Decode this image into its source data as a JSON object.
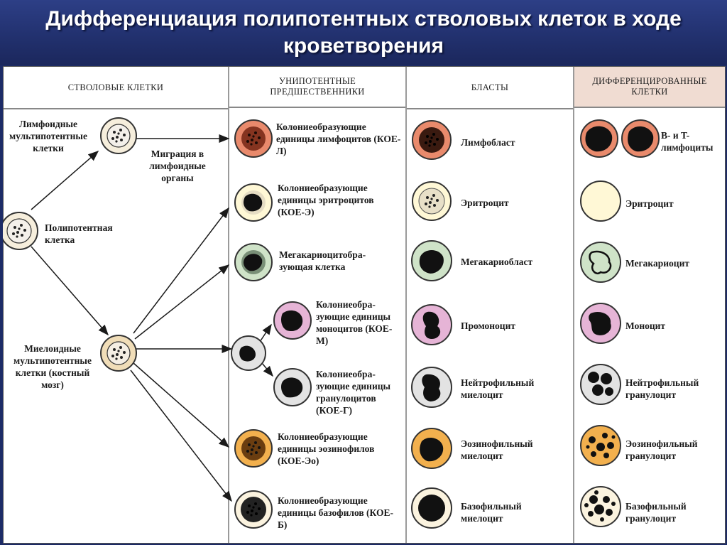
{
  "title": "Дифференциация полипотентных стволовых клеток в ходе кроветворения",
  "headers": {
    "stem": "СТВОЛОВЫЕ КЛЕТКИ",
    "unipotent": "УНИПОТЕНТНЫЕ ПРЕДШЕСТВЕННИКИ",
    "blasts": "БЛАСТЫ",
    "differentiated": "ДИФФЕРЕНЦИРОВАННЫЕ КЛЕТКИ"
  },
  "stem": {
    "lymphoid": "Лимфоидные мультипотентные клетки",
    "polypotent": "Полипотентная клетка",
    "myeloid": "Миелоидные мультипотентные клетки (костный мозг)",
    "migration": "Миграция в лимфоидные органы"
  },
  "unipotent": {
    "koe_l": "Колониеобразующие единицы лимфоцитов (КОЕ-Л)",
    "koe_e": "Колониеобразующие единицы эритроцитов (КОЕ-Э)",
    "mega": "Мегакариоцитобра-зующая клетка",
    "koe_m": "Колониеобра-зующие единицы моноцитов (КОЕ-М)",
    "koe_g": "Колониеобра-зующие единицы гранулоцитов (КОЕ-Г)",
    "koe_eo": "Колониеобразующие единицы эозинофилов (КОЕ-Эо)",
    "koe_b": "Колониеобразующие единицы базофилов (КОЕ-Б)"
  },
  "blasts": {
    "lympho": "Лимфобласт",
    "erythro": "Эритроцит",
    "mega": "Мегакариобласт",
    "promono": "Промоноцит",
    "neutro": "Нейтрофильный миелоцит",
    "eosino": "Эозинофильный миелоцит",
    "baso": "Базофильный миелоцит"
  },
  "differentiated": {
    "lympho": "B- и T-лимфоциты",
    "erythro": "Эритроцит",
    "mega": "Мегакариоцит",
    "mono": "Моноцит",
    "neutro": "Нейтрофильный гранулоцит",
    "eosino": "Эозинофильный гранулоцит",
    "baso": "Базофильный гранулоцит"
  },
  "colors": {
    "lymph_salmon": "#e98a6c",
    "erythro_cream": "#fff8d6",
    "mega_green": "#cfe3c8",
    "mono_pink": "#e6b4d6",
    "neutro_grey": "#e3e3e3",
    "eosino_orange": "#f2b04e",
    "baso_cream": "#fbf3df",
    "stem_cream": "#f6eedc"
  }
}
